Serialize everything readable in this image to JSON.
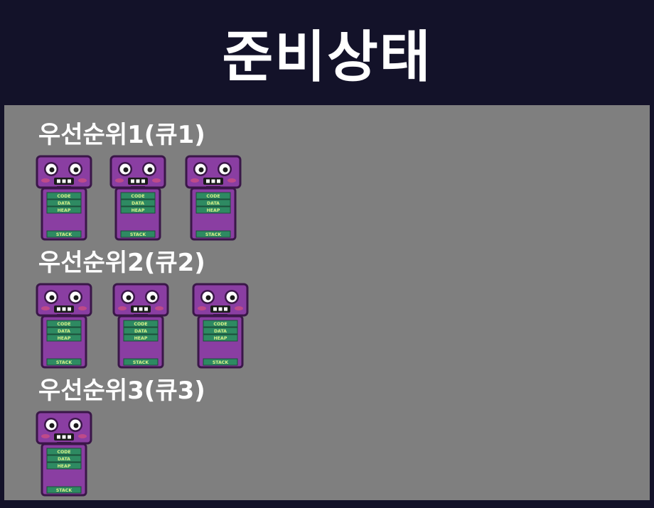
{
  "title": "준비상태",
  "queues": [
    {
      "label": "우선순위1(큐1)",
      "process_count": 3
    },
    {
      "label": "우선순위2(큐2)",
      "process_count": 3
    },
    {
      "label": "우선순위3(큐3)",
      "process_count": 1
    }
  ],
  "process": {
    "segments": [
      "CODE",
      "DATA",
      "HEAP"
    ],
    "stack_label": "STACK"
  },
  "colors": {
    "background": "#131229",
    "panel": "#7f7f7f",
    "process_body": "#8a3ea2",
    "process_outline": "#3a1748",
    "segment_fill": "#2e8a62",
    "segment_text": "#d7f28a"
  }
}
